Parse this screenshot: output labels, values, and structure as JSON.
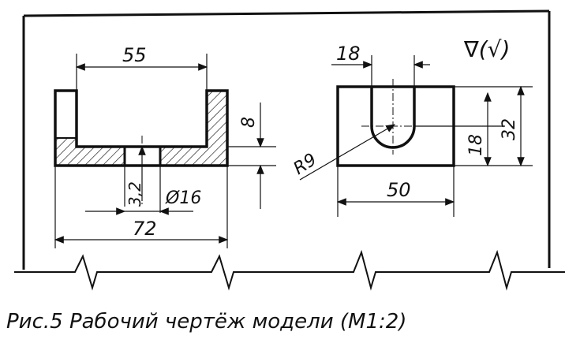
{
  "views": {
    "front": {
      "dims": {
        "width_top": "55",
        "height_right": "8",
        "depth_hole": "3,2",
        "hole_diameter": "Ø16",
        "width_total": "72"
      }
    },
    "top": {
      "dims": {
        "slot_width": "18",
        "radius": "R9",
        "width": "50",
        "slot_len": "18",
        "height": "32"
      },
      "roughness": "∇(√)"
    }
  },
  "caption": "Рис.5 Рабочий чертёж модели (М1:2)"
}
